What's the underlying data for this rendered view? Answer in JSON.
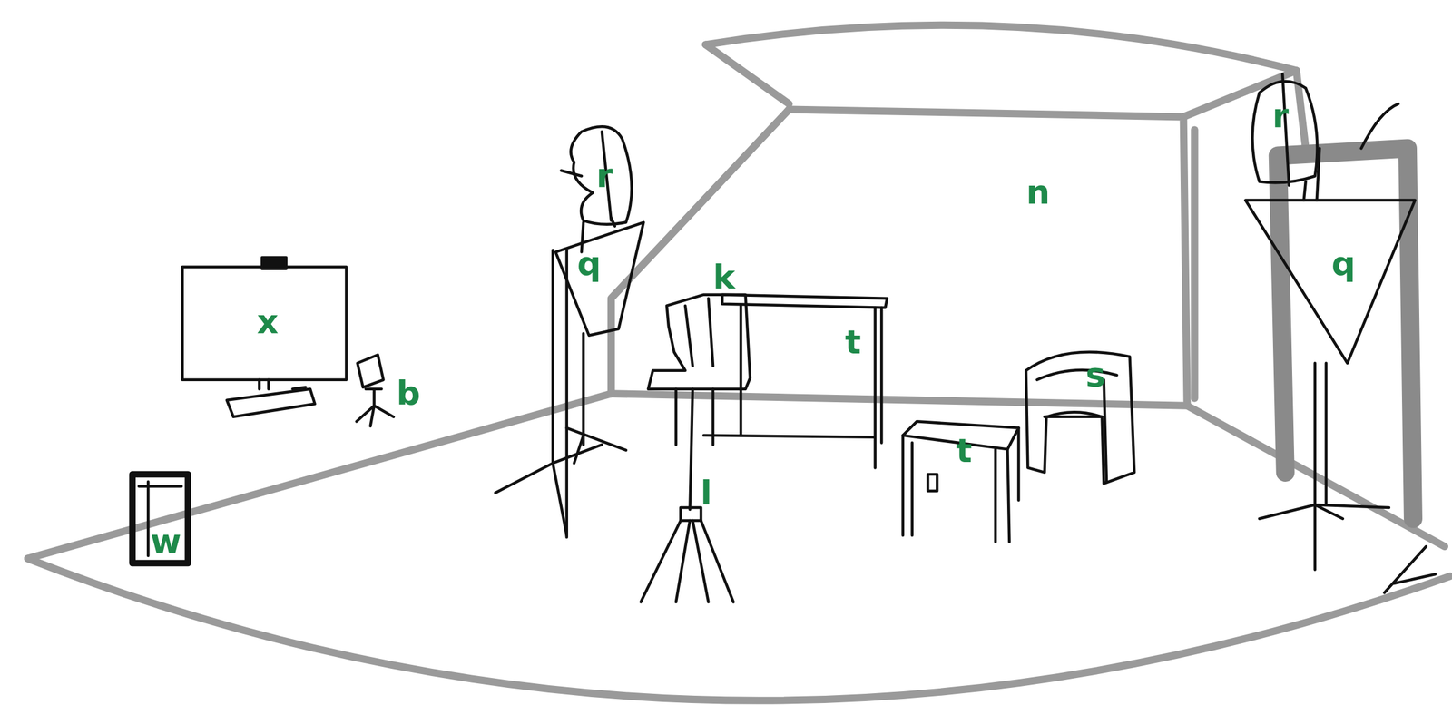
{
  "diagram": {
    "labels": [
      "r",
      "r",
      "n",
      "q",
      "q",
      "k",
      "x",
      "t",
      "s",
      "b",
      "t",
      "l",
      "w"
    ]
  }
}
